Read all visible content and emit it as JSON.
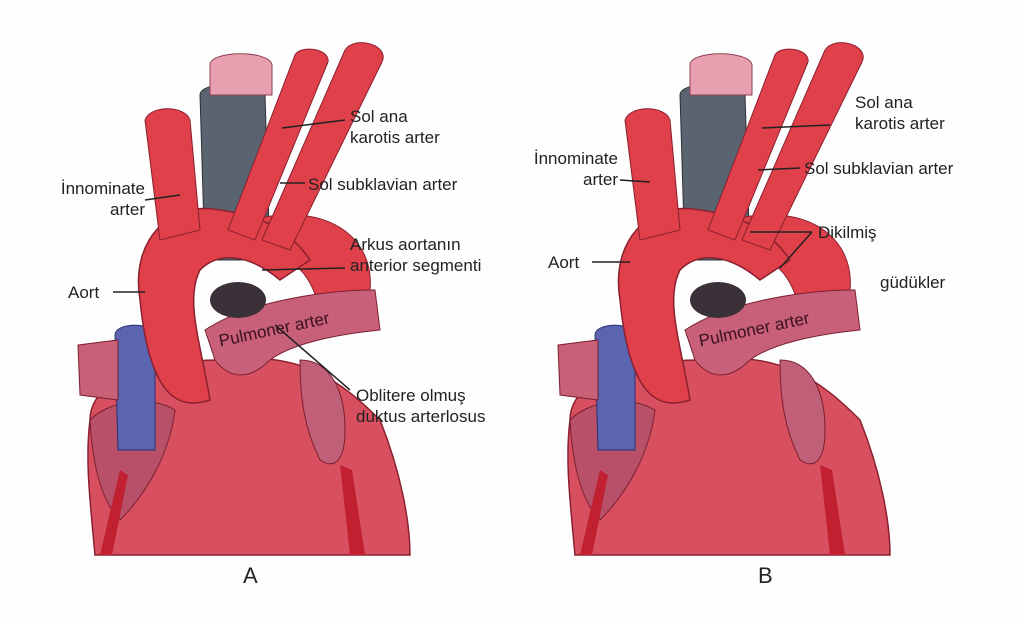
{
  "colors": {
    "aorta": "#e0404a",
    "trachea": "#5a6470",
    "vein": "#5a64b0",
    "pulmonary": "#c8607a",
    "heart": "#d85060"
  },
  "panel_a": {
    "letter": "A",
    "labels": {
      "sol_ana_karotis_1": "Sol ana",
      "sol_ana_karotis_2": "karotis arter",
      "innominate_1": "İnnominate",
      "innominate_2": "arter",
      "sol_subklavian": "Sol subklavian arter",
      "arkus_1": "Arkus aortanın",
      "arkus_2": "anterior segmenti",
      "aort": "Aort",
      "pulmoner": "Pulmoner arter",
      "oblitere_1": "Oblitere olmuş",
      "oblitere_2": "duktus arterlosus"
    }
  },
  "panel_b": {
    "letter": "B",
    "labels": {
      "sol_ana_karotis_1": "Sol ana",
      "sol_ana_karotis_2": "karotis arter",
      "innominate_1": "İnnominate",
      "innominate_2": "arter",
      "sol_subklavian": "Sol subklavian arter",
      "aort": "Aort",
      "dikilmis_1": "Dikilmiş",
      "dikilmis_2": "güdükler",
      "pulmoner": "Pulmoner arter"
    }
  }
}
